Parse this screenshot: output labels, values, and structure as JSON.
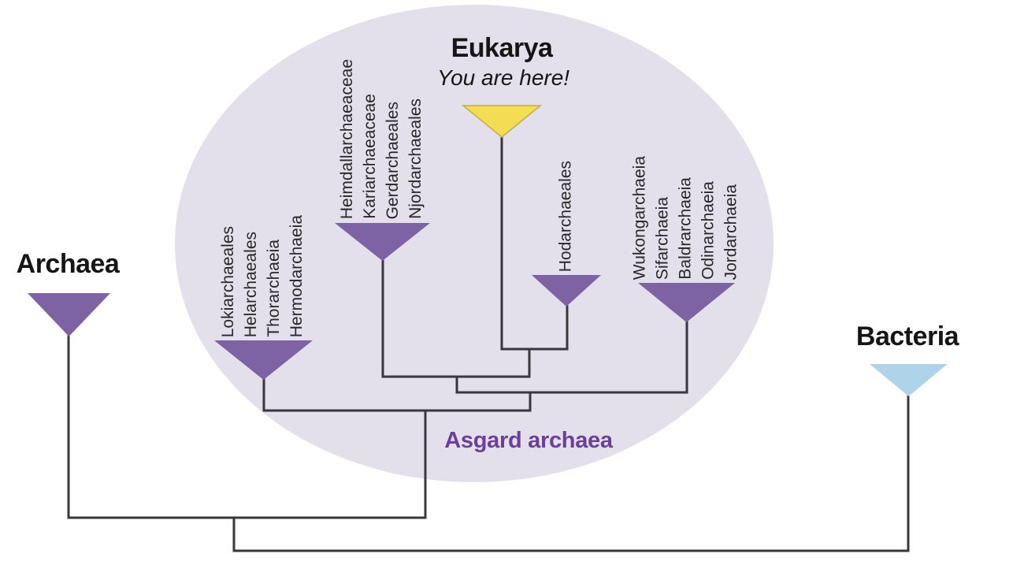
{
  "figure": {
    "eukarya_label": "Eukarya",
    "eukarya_subtitle": "You are here!",
    "archaea_label": "Archaea",
    "bacteria_label": "Bacteria",
    "asgard_label": "Asgard archaea"
  },
  "groups": {
    "loki": {
      "taxa": [
        "Lokiarchaeales",
        "Helarchaeales",
        "Thorarchaeia",
        "Hermodarchaeia"
      ]
    },
    "heimdall": {
      "taxa": [
        "Heimdallarchaeaceae",
        "Kariarchaeaceae",
        "Gerdarchaeales",
        "Njordarchaeales"
      ]
    },
    "hodar": {
      "taxa": [
        "Hodarchaeales"
      ]
    },
    "wukong": {
      "taxa": [
        "Wukongarchaeia",
        "Sifarchaeia",
        "Baldrarchaeia",
        "Odinarchaeia",
        "Jordarchaeia"
      ]
    }
  },
  "colors": {
    "ellipse_fill": "#E3DFEB",
    "clade_purple": "#7E63A4",
    "eukarya_yellow": "#F2DD55",
    "eukarya_yellow_edge": "#BFAF45",
    "bacteria_blue": "#AFD3E9",
    "line": "#39373D",
    "taxa_text": "#2A2627",
    "asgard_text": "#6C4099",
    "domain_text": "#161616"
  }
}
